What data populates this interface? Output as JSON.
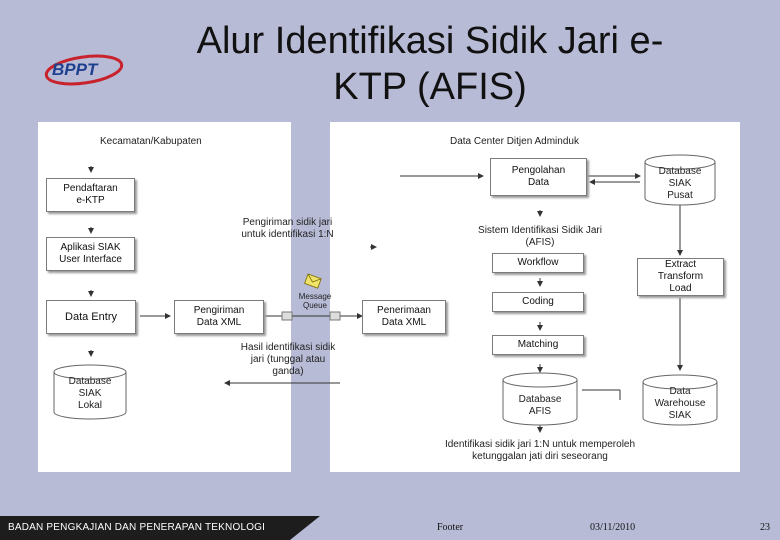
{
  "slide": {
    "title_line1": "Alur Identifikasi Sidik Jari e-",
    "title_line2": "KTP (AFIS)",
    "logo_text": "BPPT"
  },
  "left": {
    "header": "Kecamatan/Kabupaten",
    "pendaftaran": [
      "Pendaftaran",
      "e-KTP"
    ],
    "aplikasi": [
      "Aplikasi SIAK",
      "User Interface"
    ],
    "data_entry": "Data Entry",
    "database": [
      "Database",
      "SIAK",
      "Lokal"
    ],
    "pengiriman_xml": [
      "Pengiriman",
      "Data XML"
    ]
  },
  "middle": {
    "pengiriman_label": [
      "Pengiriman sidik jari",
      "untuk identifikasi 1:N"
    ],
    "message_queue": [
      "Message",
      "Queue"
    ],
    "penerimaan_xml": [
      "Penerimaan",
      "Data XML"
    ],
    "hasil_label": [
      "Hasil identifikasi sidik",
      "jari (tunggal atau",
      "ganda)"
    ]
  },
  "right": {
    "header": "Data Center Ditjen Adminduk",
    "pengolahan": [
      "Pengolahan",
      "Data"
    ],
    "db_pusat": [
      "Database",
      "SIAK",
      "Pusat"
    ],
    "afis_label": [
      "Sistem Identifikasi Sidik Jari",
      "(AFIS)"
    ],
    "workflow": "Workflow",
    "coding": "Coding",
    "matching": "Matching",
    "db_afis": [
      "Database",
      "AFIS"
    ],
    "etl": [
      "Extract",
      "Transform",
      "Load"
    ],
    "warehouse": [
      "Data",
      "Warehouse",
      "SIAK"
    ],
    "bottom_label": [
      "Identifikasi sidik jari 1:N untuk memperoleh",
      "ketunggalan jati diri seseorang"
    ]
  },
  "footer": {
    "org": "BADAN PENGKAJIAN DAN PENERAPAN TEKNOLOGI",
    "label": "Footer",
    "date": "03/11/2010",
    "page": "23"
  }
}
